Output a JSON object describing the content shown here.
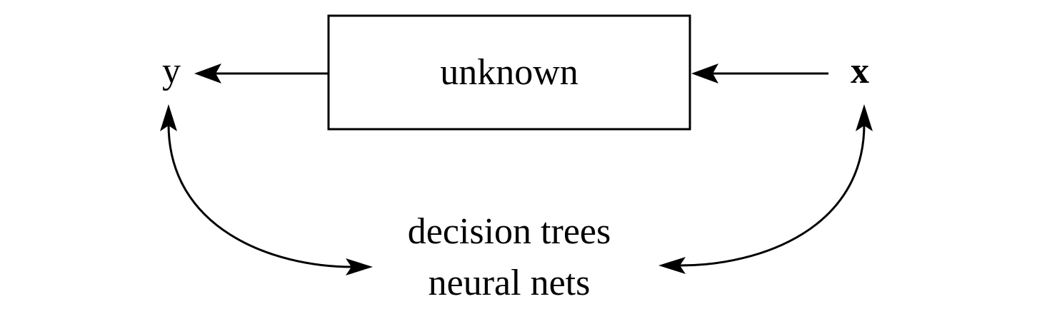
{
  "diagram": {
    "box_label": "unknown",
    "output_label": "y",
    "input_label": "x",
    "models": {
      "line1": "decision trees",
      "line2": "neural nets"
    }
  },
  "colors": {
    "ink": "#000000",
    "background": "#ffffff"
  }
}
